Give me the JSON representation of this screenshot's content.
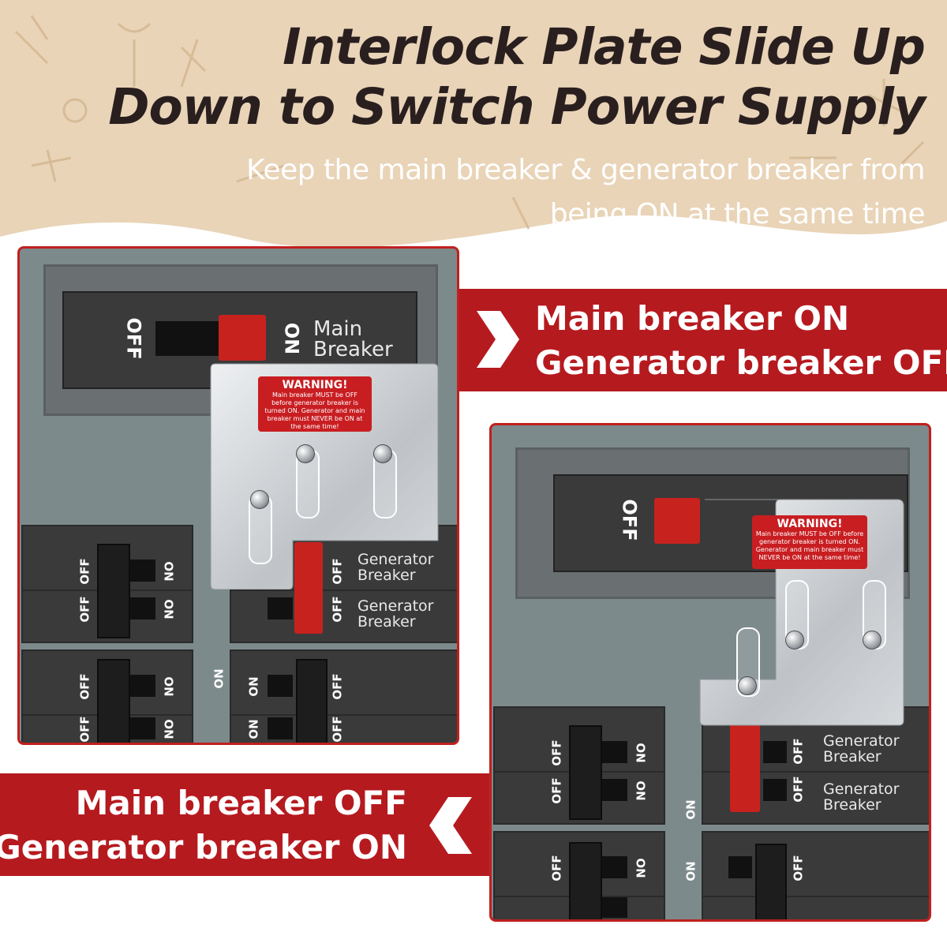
{
  "header": {
    "title_line1": "Interlock Plate Slide Up",
    "title_line2": "Down to Switch Power Supply",
    "subtitle_line1": "Keep the main breaker & generator breaker from",
    "subtitle_line2": "being ON at the same time"
  },
  "colors": {
    "beige_background": "#e9d4b8",
    "accent_red": "#b51a1f",
    "panel_gray": "#7d8a8c",
    "title_text": "#2a1f1f"
  },
  "top_panel": {
    "main_breaker": {
      "off": "OFF",
      "on": "ON",
      "label_line1": "Main",
      "label_line2": "Breaker"
    },
    "warning": {
      "title": "WARNING!",
      "body": "Main breaker MUST be OFF before generator breaker is turned ON. Generator and main breaker must NEVER be ON at the same time!"
    },
    "generator_breakers": [
      {
        "off": "OFF",
        "label_line1": "Generator",
        "label_line2": "Breaker"
      },
      {
        "off": "OFF",
        "label_line1": "Generator",
        "label_line2": "Breaker"
      }
    ],
    "left_switch_labels": {
      "off": "OFF",
      "on": "ON"
    },
    "middle_on": "ON"
  },
  "bottom_panel": {
    "main_breaker": {
      "off": "OFF"
    },
    "warning": {
      "title": "WARNING!",
      "body": "Main breaker MUST be OFF before generator breaker is turned ON. Generator and main breaker must NEVER be ON at the same time!"
    },
    "generator_breakers": [
      {
        "off": "OFF",
        "label_line1": "Generator",
        "label_line2": "Breaker"
      },
      {
        "off": "OFF",
        "label_line1": "Generator",
        "label_line2": "Breaker"
      }
    ],
    "left_switch_labels": {
      "off": "OFF",
      "on": "ON"
    },
    "middle_on": "ON"
  },
  "callouts": {
    "state1_line1": "Main breaker ON",
    "state1_line2": "Generator breaker OFF",
    "state2_line1": "Main breaker OFF",
    "state2_line2": "Generator breaker ON",
    "state1_icon": "chevron-right-icon",
    "state2_icon": "chevron-left-icon"
  }
}
